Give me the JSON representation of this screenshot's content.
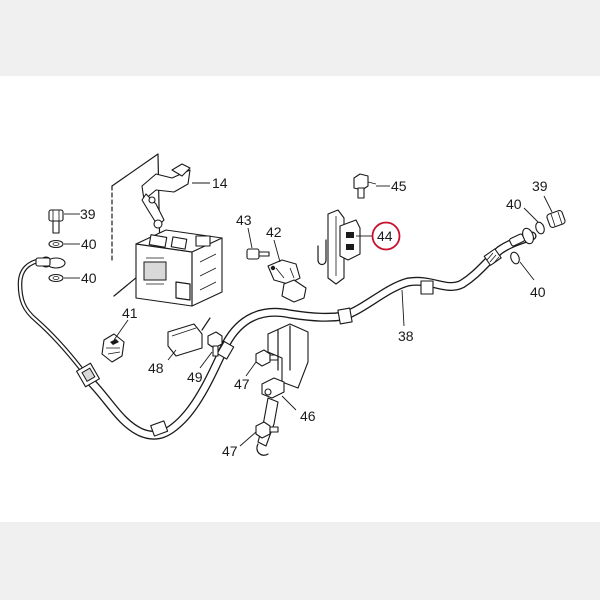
{
  "diagram": {
    "accent_color": "#c8102e",
    "callouts": {
      "c39a": "39",
      "c40a": "40",
      "c40b": "40",
      "c41": "41",
      "c14": "14",
      "c43": "43",
      "c42": "42",
      "c45": "45",
      "c44": "44",
      "c39b": "39",
      "c40c": "40",
      "c40d": "40",
      "c38": "38",
      "c48": "48",
      "c49": "49",
      "c47a": "47",
      "c46": "46",
      "c47b": "47"
    },
    "highlighted_callout": "44"
  }
}
